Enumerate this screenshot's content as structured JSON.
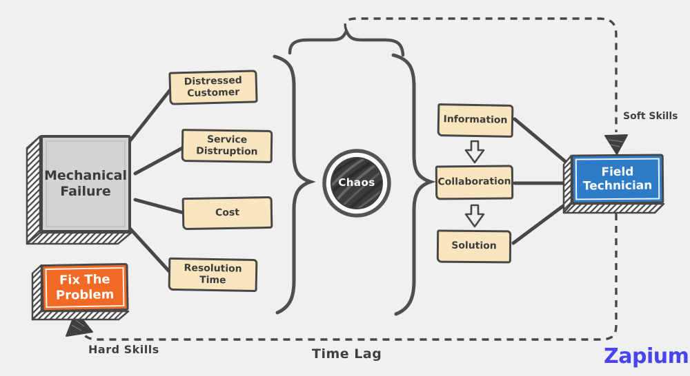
{
  "canvas": {
    "background": "#f0f0ef"
  },
  "palette": {
    "ink": "#474747",
    "note_fill": "#f9e6bf",
    "gray_fill": "#d3d3d3",
    "blue_fill": "#2e7cc8",
    "orange_fill": "#f06a25",
    "chaos_fill": "#3d3d3d",
    "logo_color": "#4a44ee"
  },
  "nodes": {
    "mechanical_failure": {
      "label": "Mechanical Failure"
    },
    "chaos": {
      "label": "Chaos"
    },
    "field_technician": {
      "label": "Field Technician"
    },
    "fix_the_problem": {
      "label": "Fix The Problem"
    }
  },
  "impact_nodes": [
    {
      "label": "Distressed Customer"
    },
    {
      "label": "Service Distruption"
    },
    {
      "label": "Cost"
    },
    {
      "label": "Resolution Time"
    }
  ],
  "resolution_nodes": [
    {
      "label": "Information"
    },
    {
      "label": "Collaboration"
    },
    {
      "label": "Solution"
    }
  ],
  "annotations": {
    "soft_skills": "Soft Skills",
    "hard_skills": "Hard Skills",
    "time_lag": "Time Lag"
  },
  "brand": {
    "logo": "Zapium"
  }
}
